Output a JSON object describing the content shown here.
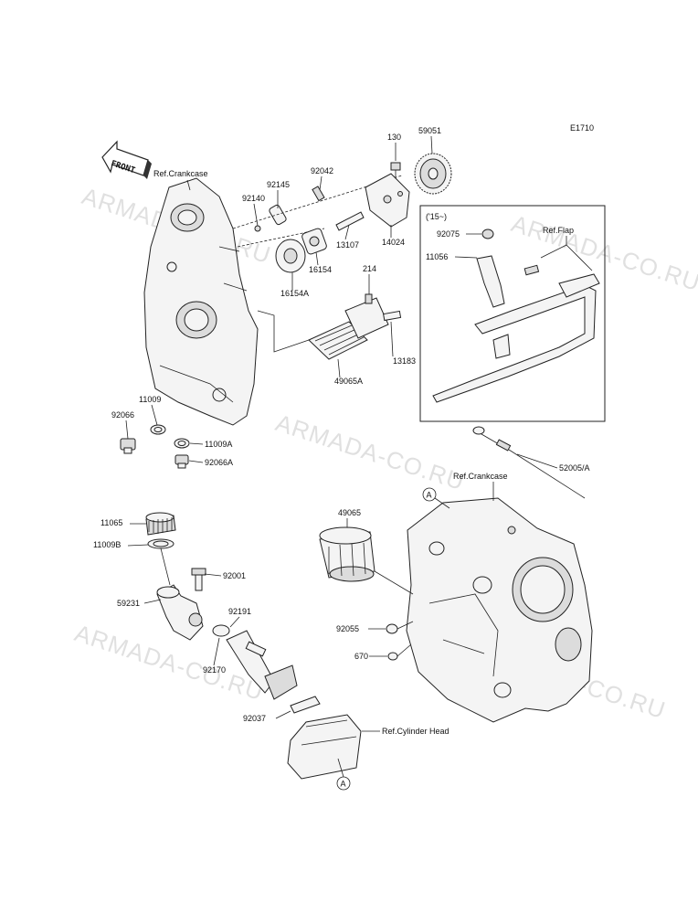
{
  "diagram_code": "E1710",
  "front_label": "FRONT",
  "watermarks": [
    "ARMADA-CO.RU",
    "ARMADA-CO.RU",
    "ARMADA-CO.RU",
    "ARMADA-CO.RU",
    "ARMADA-CO.RU",
    "ARMADA-CO.RU"
  ],
  "refs": {
    "crankcase_top": "Ref.Crankcase",
    "crankcase_right": "Ref.Crankcase",
    "flap": "Ref.Flap",
    "cylinder_head": "Ref.Cylinder Head"
  },
  "inset_label": "('15~)",
  "callout_letter": "A",
  "parts": {
    "p130": "130",
    "p59051": "59051",
    "p92042": "92042",
    "p92145": "92145",
    "p92140": "92140",
    "p14024": "14024",
    "p13107": "13107",
    "p16154": "16154",
    "p16154A": "16154A",
    "p214": "214",
    "p13183": "13183",
    "p49065A": "49065A",
    "p11009": "11009",
    "p92066": "92066",
    "p11009A": "11009A",
    "p92066A": "92066A",
    "p92075": "92075",
    "p11056": "11056",
    "p52005A": "52005/A",
    "p49065": "49065",
    "p11065": "11065",
    "p11009B": "11009B",
    "p92001": "92001",
    "p59231": "59231",
    "p92191": "92191",
    "p92170": "92170",
    "p92055": "92055",
    "p670": "670",
    "p92037": "92037"
  }
}
